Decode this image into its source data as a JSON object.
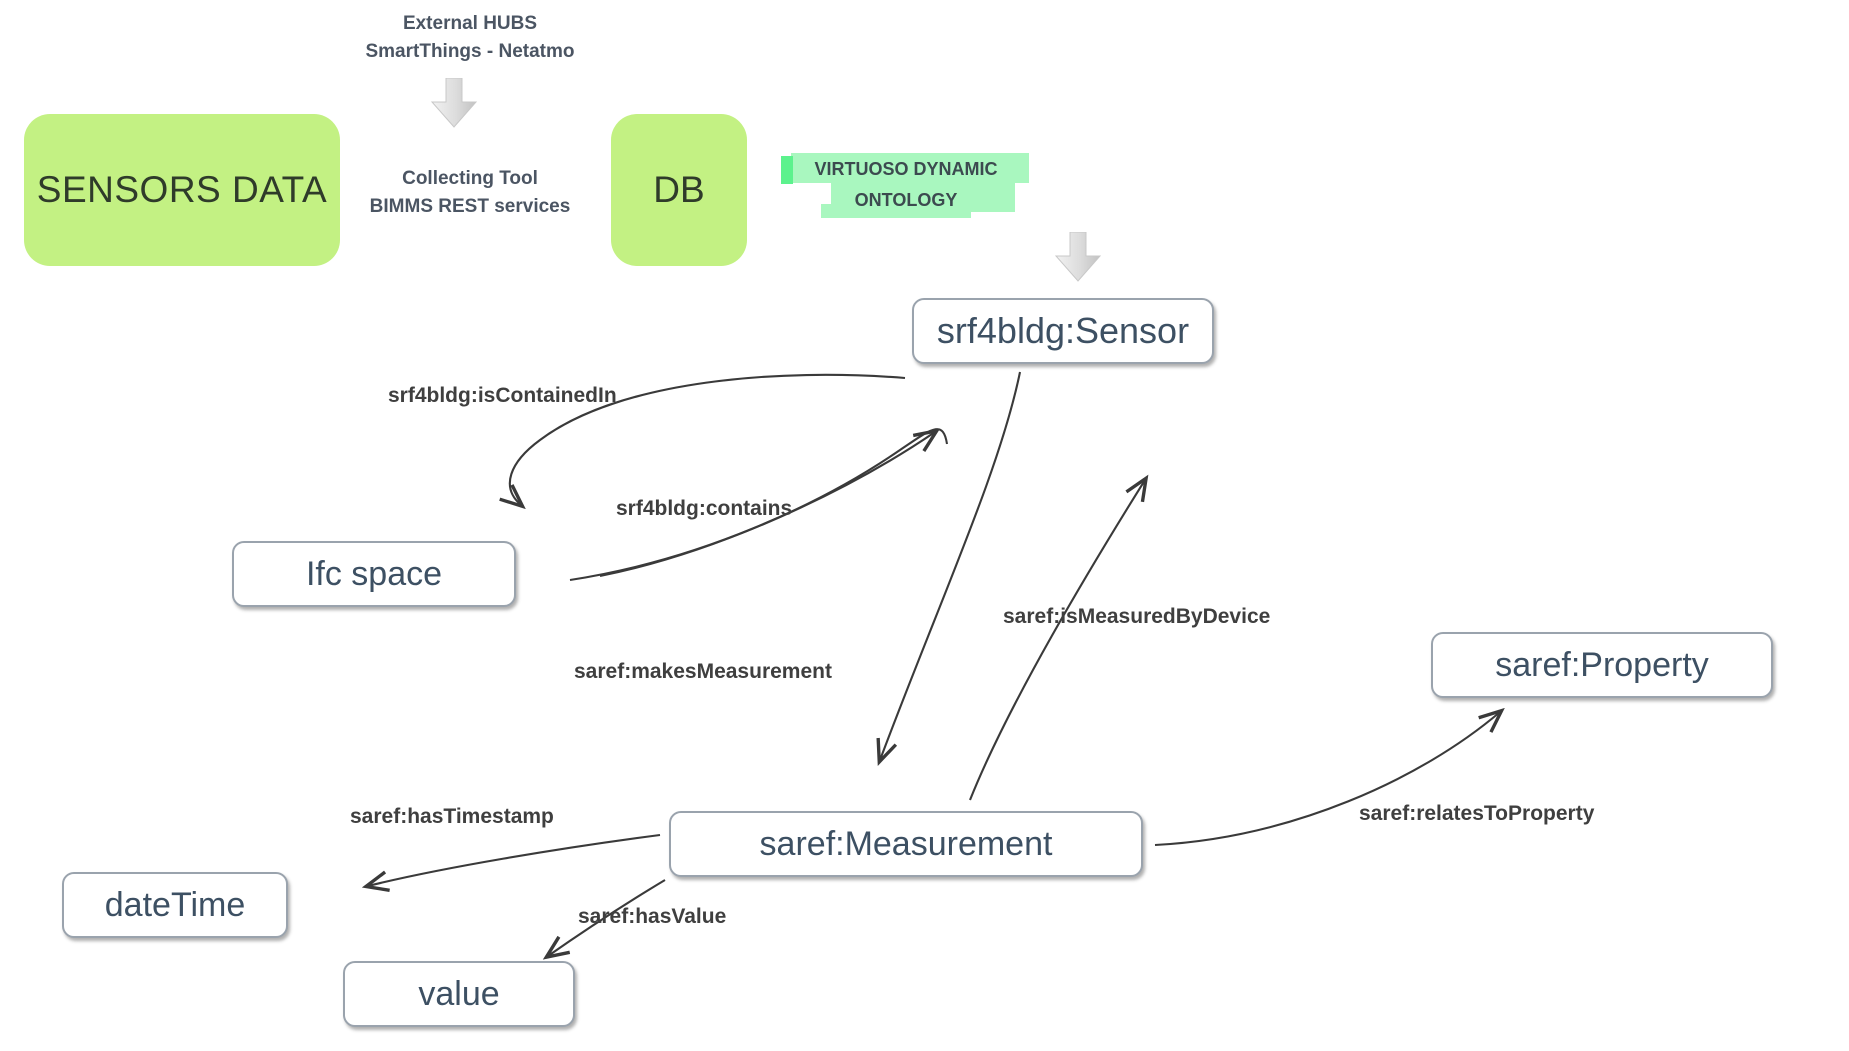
{
  "diagram": {
    "title": "SAREF / srf4bldg sensor measurement ontology mapping",
    "background": "#ffffff",
    "accent_green": "#c3f183",
    "highlight_green": "#a9f7bf",
    "node_text_color": "#3d5063",
    "node_border_color": "#9aa3ad"
  },
  "captions": {
    "external_hubs": "External HUBS\nSmartThings - Netatmo",
    "collecting_tool": "Collecting Tool\nBIMMS REST services"
  },
  "source_blocks": [
    {
      "id": "sensors-data",
      "label": "SENSORS DATA",
      "color": "#c3f183"
    },
    {
      "id": "db",
      "label": "DB",
      "color": "#c3f183"
    }
  ],
  "highlighted": {
    "virtuoso": "VIRTUOSO DYNAMIC ONTOLOGY",
    "virtuoso_line1": "VIRTUOSO DYNAMIC",
    "virtuoso_line2": "ONTOLOGY"
  },
  "nodes": [
    {
      "id": "sensor",
      "label": "srf4bldg:Sensor"
    },
    {
      "id": "ifcspace",
      "label": "Ifc space"
    },
    {
      "id": "property",
      "label": "saref:Property"
    },
    {
      "id": "measurement",
      "label": "saref:Measurement"
    },
    {
      "id": "datetime",
      "label": "dateTime"
    },
    {
      "id": "value",
      "label": "value"
    }
  ],
  "edges": [
    {
      "id": "is-contained-in",
      "label": "srf4bldg:isContainedIn",
      "from": "sensor",
      "to": "ifcspace"
    },
    {
      "id": "contains",
      "label": "srf4bldg:contains",
      "from": "ifcspace",
      "to": "sensor"
    },
    {
      "id": "makes-measurement",
      "label": "saref:makesMeasurement",
      "from": "sensor",
      "to": "measurement"
    },
    {
      "id": "is-measured-by",
      "label": "saref:isMeasuredByDevice",
      "from": "measurement",
      "to": "sensor"
    },
    {
      "id": "relates-to-property",
      "label": "saref:relatesToProperty",
      "from": "measurement",
      "to": "property"
    },
    {
      "id": "has-timestamp",
      "label": "saref:hasTimestamp",
      "from": "measurement",
      "to": "datetime"
    },
    {
      "id": "has-value",
      "label": "saref:hasValue",
      "from": "measurement",
      "to": "value"
    }
  ],
  "flow_arrows": [
    {
      "id": "hubs-to-tool",
      "direction": "down"
    },
    {
      "id": "virtuoso-to-sensor",
      "direction": "down"
    }
  ]
}
